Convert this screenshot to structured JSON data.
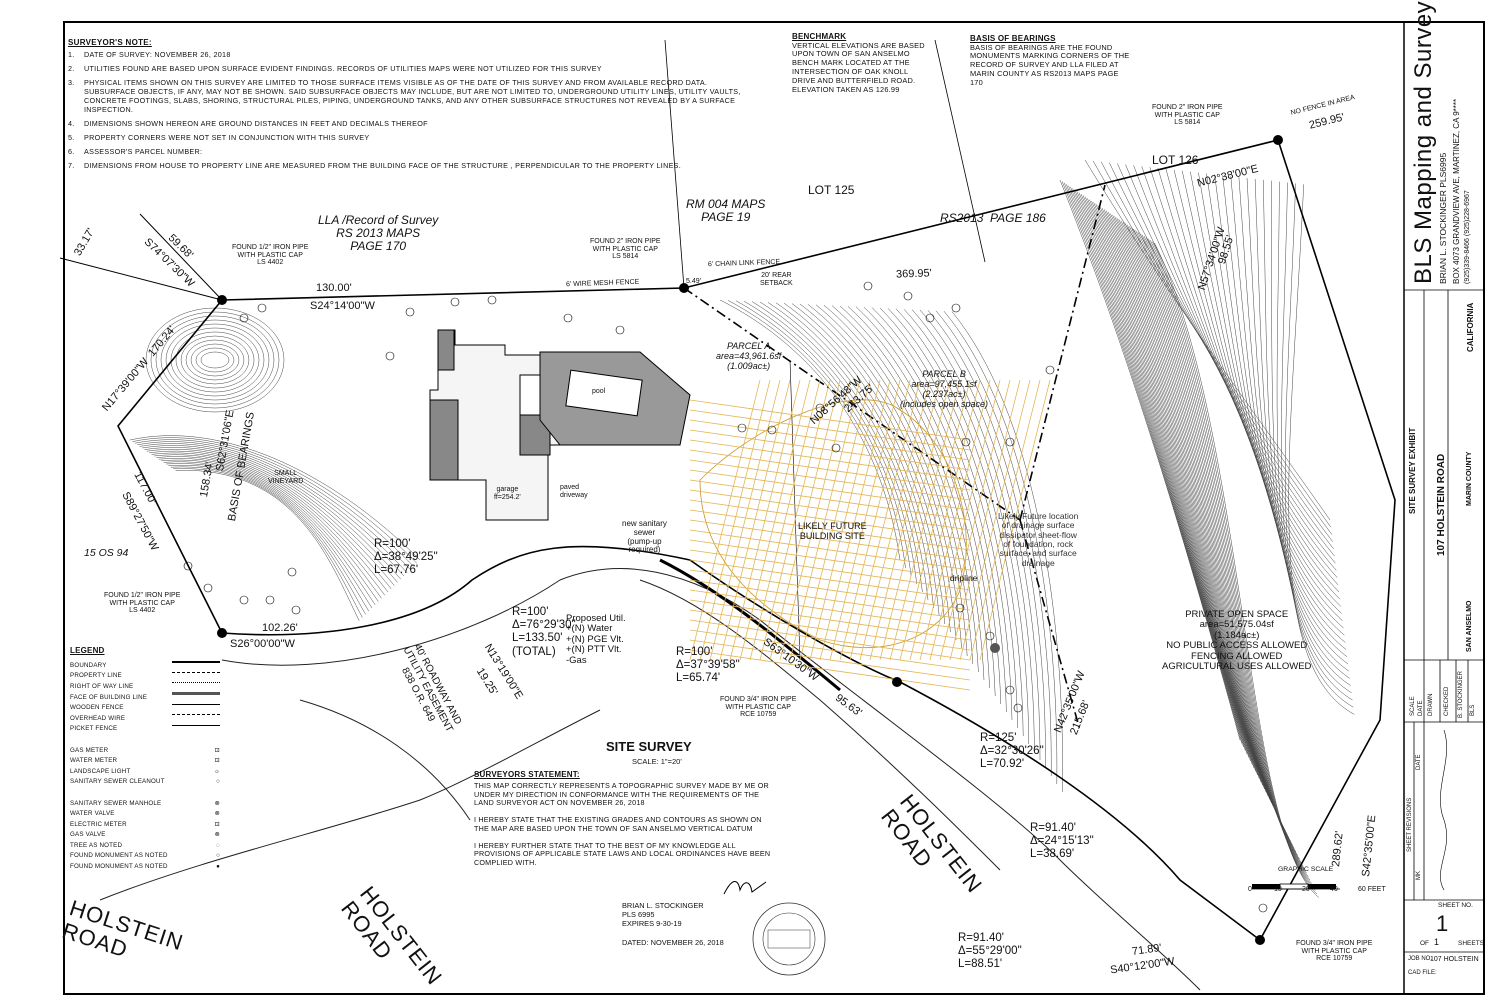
{
  "surveyors_note": {
    "heading": "SURVEYOR'S NOTE:",
    "items": [
      {
        "num": "1.",
        "text": "DATE OF SURVEY: NOVEMBER 26, 2018"
      },
      {
        "num": "2.",
        "text": "UTILITIES FOUND ARE BASED UPON SURFACE EVIDENT  FINDINGS.  RECORDS OF UTILITIES MAPS WERE NOT  UTILIZED FOR THIS SURVEY"
      },
      {
        "num": "3.",
        "text": "PHYSICAL ITEMS SHOWN ON THIS SURVEY ARE LIMITED TO THOSE SURFACE ITEMS VISIBLE AS OF THE DATE OF THIS SURVEY AND FROM AVAILABLE RECORD DATA.  SUBSURFACE OBJECTS, IF ANY, MAY NOT BE SHOWN. SAID SUBSURFACE OBJECTS MAY INCLUDE, BUT ARE NOT LIMITED TO, UNDERGROUND UTILITY LINES, UTILITY VAULTS, CONCRETE FOOTINGS, SLABS, SHORING, STRUCTURAL PILES, PIPING, UNDERGROUND TANKS, AND ANY OTHER SUBSURFACE STRUCTURES NOT REVEALED BY A SURFACE INSPECTION."
      },
      {
        "num": "4.",
        "text": "DIMENSIONS SHOWN HEREON ARE GROUND DISTANCES IN FEET AND DECIMALS THEREOF"
      },
      {
        "num": "5.",
        "text": "PROPERTY CORNERS WERE NOT SET IN CONJUNCTION WITH THIS SURVEY"
      },
      {
        "num": "6.",
        "text": "ASSESSOR'S PARCEL NUMBER:"
      },
      {
        "num": "7.",
        "text": "DIMENSIONS FROM HOUSE TO PROPERTY LINE ARE MEASURED FROM THE BUILDING FACE OF THE STRUCTURE , PERPENDICULAR TO THE PROPERTY LINES."
      }
    ]
  },
  "benchmark": {
    "heading": "BENCHMARK",
    "text": "VERTICAL ELEVATIONS ARE BASED\nUPON TOWN OF SAN ANSELMO\nBENCH MARK LOCATED AT THE\nINTERSECTION OF OAK KNOLL\nDRIVE AND BUTTERFIELD ROAD.\nELEVATION TAKEN AS 126.99"
  },
  "basis_of_bearings": {
    "heading": "BASIS OF BEARINGS",
    "text": "BASIS OF BEARINGS ARE THE FOUND\nMONUMENTS MARKING CORNERS OF THE\nRECORD OF SURVEY AND LLA FILED AT\nMARIN COUNTY AS RS2013 MAPS PAGE\n170"
  },
  "legend": {
    "heading": "LEGEND",
    "items": [
      "BOUNDARY",
      "PROPERTY LINE",
      "RIGHT OF WAY LINE",
      "FACE OF BUILDING LINE",
      "WOODEN FENCE",
      "OVERHEAD WIRE",
      "PICKET FENCE",
      "",
      "GAS METER",
      "WATER METER",
      "LANDSCAPE LIGHT",
      "SANITARY SEWER CLEANOUT",
      "",
      "SANITARY SEWER MANHOLE",
      "WATER VALVE",
      "ELECTRIC METER",
      "GAS VALVE",
      "TREE AS NOTED",
      "FOUND MONUMENT AS NOTED",
      "FOUND MONUMENT AS NOTED"
    ]
  },
  "site_survey": {
    "title": "SITE SURVEY",
    "scale": "SCALE: 1\"=20'"
  },
  "surveyors_statement": {
    "heading": "SURVEYORS STATEMENT:",
    "p1": "THIS MAP CORRECTLY REPRESENTS A TOPOGRAPHIC SURVEY MADE BY ME OR UNDER MY DIRECTION IN CONFORMANCE WITH THE REQUIREMENTS OF THE LAND SURVEYOR ACT ON NOVEMBER 26, 2018",
    "p2": "I HEREBY STATE THAT THE EXISTING GRADES AND CONTOURS AS SHOWN ON THE MAP ARE BASED UPON THE TOWN OF SAN ANSELMO VERTICAL DATUM",
    "p3": "I HEREBY FURTHER STATE THAT TO THE BEST OF MY KNOWLEDGE ALL PROVISIONS OF APPLICABLE STATE LAWS AND LOCAL ORDINANCES HAVE BEEN COMPLIED WITH."
  },
  "signature": {
    "name": "BRIAN L. STOCKINGER",
    "pls": "PLS 6995",
    "expires": "EXPIRES 9-30-19",
    "dated": "DATED: NOVEMBER 26, 2018"
  },
  "labels": {
    "lot125": "LOT 125",
    "lot126": "LOT 126",
    "rm004": "RM 004 MAPS\nPAGE 19",
    "rs2013_186": "RS2013  PAGE 186",
    "lla": "LLA /Record of Survey\nRS 2013 MAPS\nPAGE 170",
    "parcel_a": "PARCEL A\narea=43,961.6sf\n(1.009ac±)",
    "parcel_b": "PARCEL B\narea=97,455.1sf\n(2.237ac±)\n(includes open space)",
    "open_space": "PRIVATE OPEN SPACE\narea=51,575.04sf\n(1.184ac±)\nNO PUBLIC ACCESS ALLOWED\nFENCING ALLOWED\nAGRICULTURAL USES ALLOWED",
    "future_site": "LIKELY FUTURE\nBUILDING SITE",
    "drainage": "Likely Future location\nof drainage surface\ndissipator sheet-flow\nof foundation, rock\nsurface, and surface\ndrainage",
    "septic": "new sanitary\nsewer\n(pump-up\nrequired)",
    "proposed_util": "Proposed Util.\n+(N) Water\n+(N) PGE Vlt.\n+(N) PTT Vlt.\n-Gas",
    "pool": "pool",
    "garage": "garage\nff=254.2'",
    "vineyard": "SMALL\nVINEYARD",
    "driveway": "paved\ndriveway",
    "dripline": "dripline",
    "roadway_easement": "40' ROADWAY AND\nUTILITY EASEMENT\n838 O.R. 649",
    "os94": "15 OS 94",
    "found_ip1": "FOUND 1/2\" IRON PIPE\nWITH PLASTIC CAP\nLS 4402",
    "found_ip2": "FOUND 2\" IRON PIPE\nWITH PLASTIC CAP\nLS 5814",
    "found_ip3": "FOUND 2\" IRON PIPE\nWITH PLASTIC CAP\nLS 5814",
    "found_ip4": "FOUND 1/2\" IRON PIPE\nWITH PLASTIC CAP\nLS 4402",
    "found_ip5": "FOUND 3/4\" IRON PIPE\nWITH PLASTIC CAP\nRCE 10759",
    "found_ip6": "FOUND 3/4\" IRON PIPE\nWITH PLASTIC CAP\nRCE 10759",
    "no_fence": "NO FENCE IN AREA",
    "chain_link": "6' CHAIN LINK FENCE",
    "wire_mesh": "6' WIRE MESH FENCE",
    "rear_setback": "20' REAR\nSETBACK",
    "holstein_road": "HOLSTEIN\nROAD"
  },
  "bearings": {
    "b1": "33.17'",
    "b2": "59.68'",
    "b3": "S74°07'30\"W",
    "b4": "130.00'",
    "b5": "S24°14'00\"W",
    "b6": "5.49'",
    "b7": "369.95'",
    "b8": "N02°38'00\"E",
    "b9": "259.95'",
    "b10": "N57°34'00\"W",
    "b11": "98.55'",
    "b12": "N08°56'48\"W",
    "b13": "243.75'",
    "b14": "N17°39'00\"W  170.24'",
    "b15": "158.34'",
    "b16": "S62°31'06\"E",
    "b17": "BASIS OF BEARINGS",
    "b18": "117.00'",
    "b19": "S89°27'50\"W",
    "b20": "102.26'",
    "b21": "S26°00'00\"W",
    "b22": "N13°19'00\"E",
    "b23": "19.25'",
    "b24": "S63°10'30\"W",
    "b25": "95.63'",
    "b26": "N42°35'00\"W",
    "b27": "215.68'",
    "b28": "289.62'",
    "b29": "S42°35'00\"E",
    "b30": "71.89'",
    "b31": "S40°12'00\"W"
  },
  "curves": {
    "c1": "R=100'\nΔ=38°49'25\"\nL=67.76'",
    "c2": "R=100'\nΔ=76°29'30\"\nL=133.50'\n(TOTAL)",
    "c3": "R=100'\nΔ=37°39'58\"\nL=65.74'",
    "c4": "R=125'\nΔ=32°30'26\"\nL=70.92'",
    "c5": "R=91.40'\nΔ=24°15'13\"\nL=38.69'",
    "c6": "R=91.40'\nΔ=55°29'00\"\nL=88.51'"
  },
  "graphic_scale": {
    "title": "GRAPHIC SCALE",
    "ticks": [
      "0",
      "10",
      "20",
      "40",
      "60 FEET"
    ]
  },
  "title_block": {
    "company": "BLS Mapping and Surveying",
    "principal": "BRIAN L. STOCKINGER PLS6995",
    "address": "BOX 4073 GRANDVIEW AVE, MARTINEZ, CA 9****",
    "contact": "(925)339-8466 (925)228-6967",
    "state": "CALIFORNIA",
    "county": "MARIN COUNTY",
    "town": "SAN ANSELMO",
    "project": "107 HOLSTEIN ROAD",
    "sheet_title": "SITE SURVEY EXHIBIT",
    "sheet_label": "SHEET NO.",
    "sheet_no": "1",
    "of_label": "OF",
    "of_no": "1",
    "sheets_label": "SHEETS",
    "job_no": "JOB NO.",
    "job_name": "107 HOLSTEIN",
    "cad_file": "CAD FILE:",
    "scale_label": "SCALE",
    "date_label": "DATE",
    "drawn_label": "DRAWN",
    "checked_label": "CHECKED",
    "drawn_by": "B. STOCKINGER",
    "checked_by": "BLS",
    "revisions": "SHEET REVISIONS",
    "revision_rows": [
      "DATE",
      "MK"
    ]
  }
}
